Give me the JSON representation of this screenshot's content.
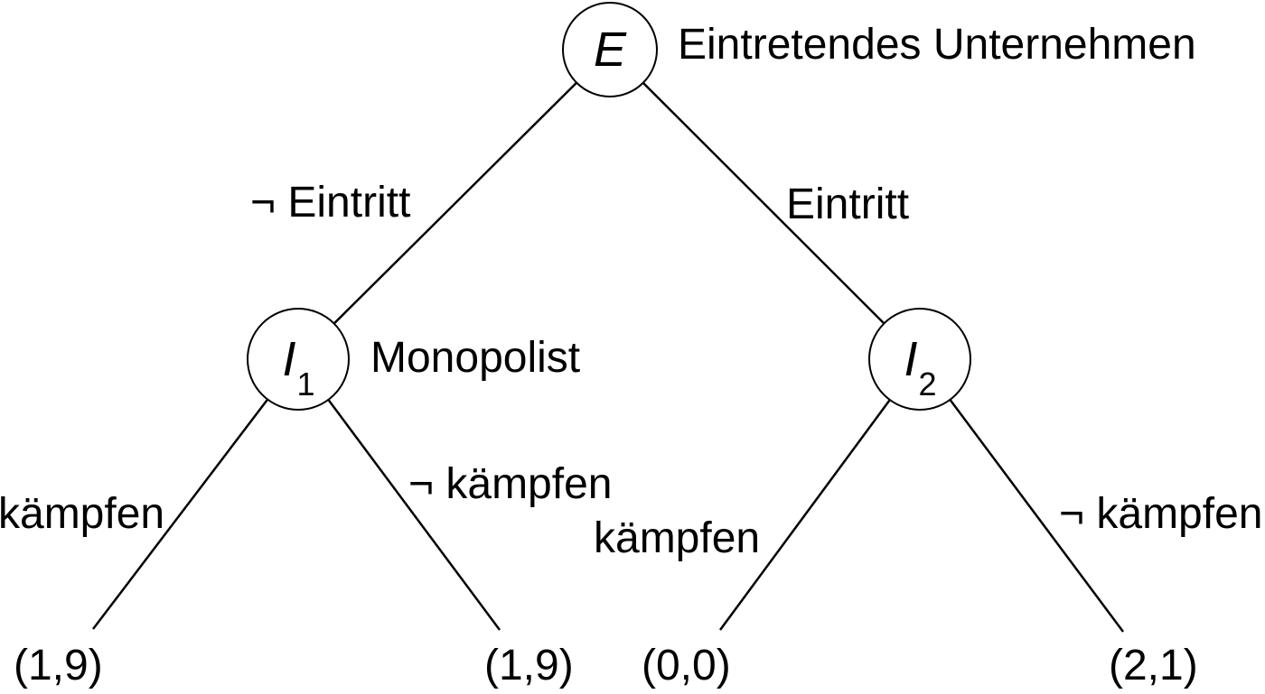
{
  "figure": {
    "type": "game-tree",
    "background_color": "#ffffff",
    "line_color": "#000000"
  },
  "nodes": {
    "root": {
      "label": "E",
      "annotation": "Eintretendes Unternehmen"
    },
    "left": {
      "label": "I",
      "subscript": "1",
      "annotation": "Monopolist"
    },
    "right": {
      "label": "I",
      "subscript": "2"
    }
  },
  "edge_labels": {
    "root_left": "¬ Eintritt",
    "root_right": "Eintritt",
    "left_left": "kämpfen",
    "left_right": "¬ kämpfen",
    "right_left": "kämpfen",
    "right_right": "¬ kämpfen"
  },
  "payoffs": {
    "left_left": "(1,9)",
    "left_right": "(1,9)",
    "right_left": "(0,0)",
    "right_right": "(2,1)"
  }
}
